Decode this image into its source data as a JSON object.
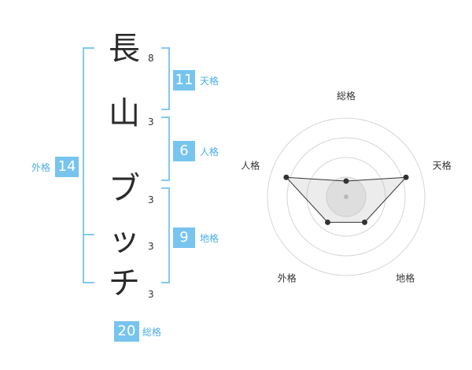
{
  "name_chars": [
    {
      "char": "長",
      "strokes": "8"
    },
    {
      "char": "山",
      "strokes": "3"
    },
    {
      "char": "ブ",
      "strokes": "3"
    },
    {
      "char": "ッ",
      "strokes": "3"
    },
    {
      "char": "チ",
      "strokes": "3"
    }
  ],
  "kaku": {
    "tenkaku": {
      "value": "11",
      "label": "天格"
    },
    "jinkaku": {
      "value": "6",
      "label": "人格"
    },
    "chikaku": {
      "value": "9",
      "label": "地格"
    },
    "gaikaku": {
      "value": "14",
      "label": "外格"
    },
    "soukaku": {
      "value": "20",
      "label": "総格"
    }
  },
  "colors": {
    "accent": "#77c4ef",
    "bracket": "#84c8ef",
    "label": "#4aaee6"
  },
  "chart_data": {
    "type": "radar",
    "axes": [
      "総格",
      "天格",
      "地格",
      "外格",
      "人格"
    ],
    "values": [
      0.2,
      0.8,
      0.4,
      0.4,
      0.8
    ],
    "rings": 4,
    "grid": true
  }
}
